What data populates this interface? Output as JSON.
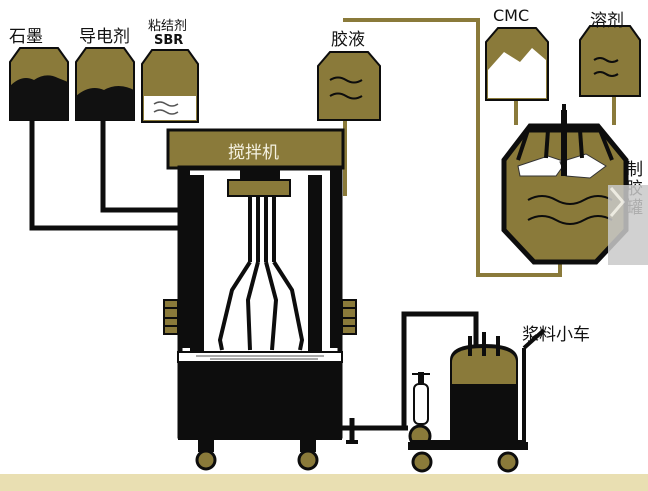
{
  "labels": {
    "graphite": "石墨",
    "conductive": "导电剂",
    "binder": "粘结剂",
    "binder_sub": "SBR",
    "glue": "胶液",
    "cmc": "CMC",
    "solvent": "溶剂",
    "mixer": "搅拌机",
    "glue_tank": "制胶罐",
    "slurry_cart": "浆料小车"
  },
  "nav": {
    "next_icon": "chevron-right-icon"
  },
  "colors": {
    "olive": "#8a7a3a",
    "black": "#0d0d0d",
    "powder": "#1a1a1a",
    "liquid": "#8a7a3a",
    "white": "#ffffff",
    "floor": "#e9dfb2"
  }
}
